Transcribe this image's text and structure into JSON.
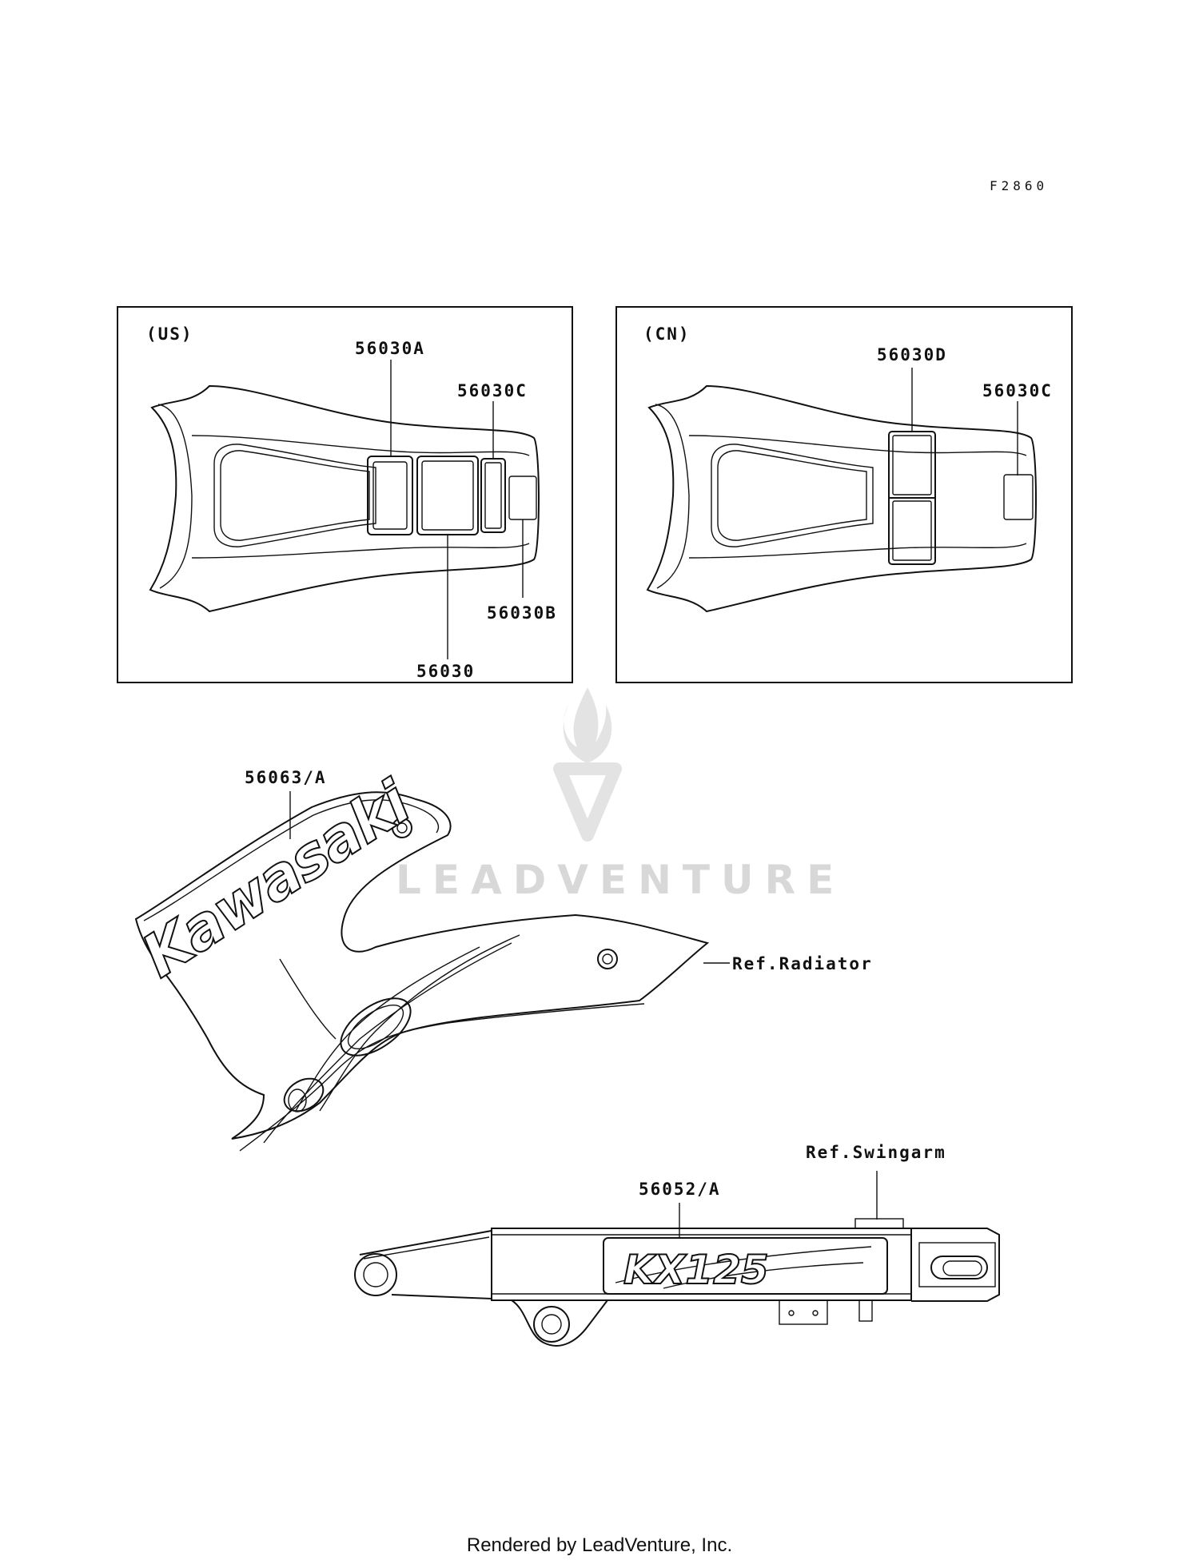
{
  "figure_code": "F2860",
  "panels": {
    "us": {
      "region": "(US)",
      "callouts": [
        "56030A",
        "56030C",
        "56030B",
        "56030"
      ]
    },
    "cn": {
      "region": "(CN)",
      "callouts": [
        "56030D",
        "56030C"
      ]
    }
  },
  "shroud": {
    "part": "56063/A",
    "ref": "Ref.Radiator",
    "logo_text": "Kawasaki"
  },
  "swingarm": {
    "part": "56052/A",
    "ref": "Ref.Swingarm",
    "decal_text": "KX125"
  },
  "watermark": {
    "text": "LEADVENTURE"
  },
  "footer": "Rendered by LeadVenture, Inc."
}
